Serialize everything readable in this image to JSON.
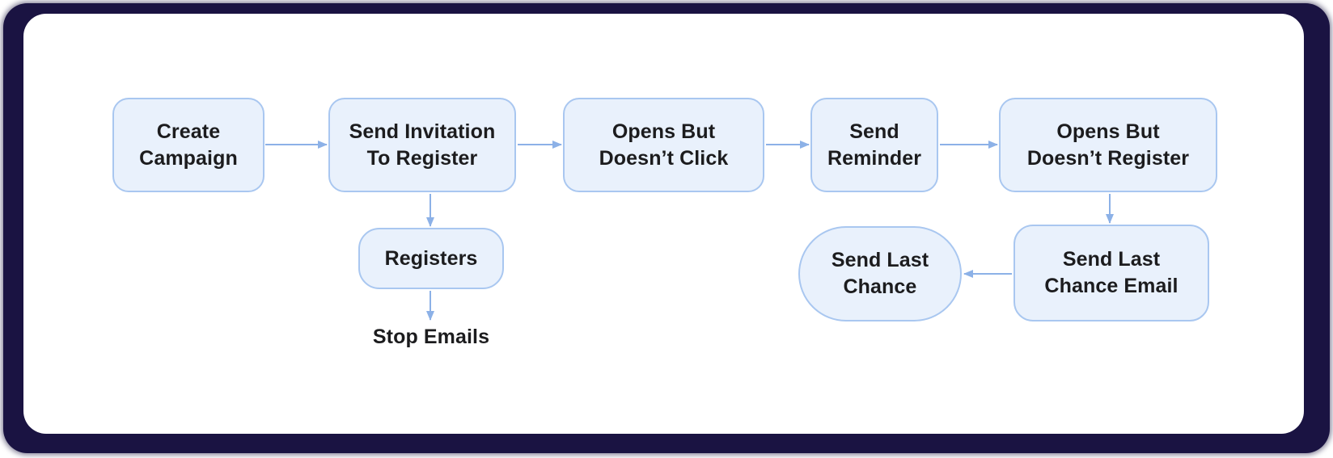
{
  "colors": {
    "frame": "#1a1342",
    "card": "#ffffff",
    "node_fill": "#e9f1fc",
    "node_border": "#a9c7f0",
    "arrow": "#8cb1e7",
    "text": "#1c1c1e"
  },
  "diagram": {
    "type": "flowchart",
    "nodes": [
      {
        "id": "create-campaign",
        "shape": "rounded-rect",
        "label": "Create\nCampaign"
      },
      {
        "id": "send-invitation",
        "shape": "rounded-rect",
        "label": "Send Invitation\nTo Register"
      },
      {
        "id": "opens-no-click",
        "shape": "rounded-rect",
        "label": "Opens But\nDoesn’t Click"
      },
      {
        "id": "send-reminder",
        "shape": "rounded-rect",
        "label": "Send\nReminder"
      },
      {
        "id": "opens-no-register",
        "shape": "rounded-rect",
        "label": "Opens But\nDoesn’t Register"
      },
      {
        "id": "registers",
        "shape": "rounded-rect",
        "label": "Registers"
      },
      {
        "id": "stop-emails",
        "shape": "text-only",
        "label": "Stop Emails"
      },
      {
        "id": "send-last-chance",
        "shape": "stadium",
        "label": "Send Last\nChance"
      },
      {
        "id": "send-last-chance-email",
        "shape": "rounded-rect",
        "label": "Send Last\nChance Email"
      }
    ],
    "edges": [
      {
        "from": "create-campaign",
        "to": "send-invitation",
        "direction": "right"
      },
      {
        "from": "send-invitation",
        "to": "opens-no-click",
        "direction": "right"
      },
      {
        "from": "opens-no-click",
        "to": "send-reminder",
        "direction": "right"
      },
      {
        "from": "send-reminder",
        "to": "opens-no-register",
        "direction": "right"
      },
      {
        "from": "send-invitation",
        "to": "registers",
        "direction": "down"
      },
      {
        "from": "registers",
        "to": "stop-emails",
        "direction": "down"
      },
      {
        "from": "opens-no-register",
        "to": "send-last-chance-email",
        "direction": "down"
      },
      {
        "from": "send-last-chance-email",
        "to": "send-last-chance",
        "direction": "left"
      }
    ]
  }
}
